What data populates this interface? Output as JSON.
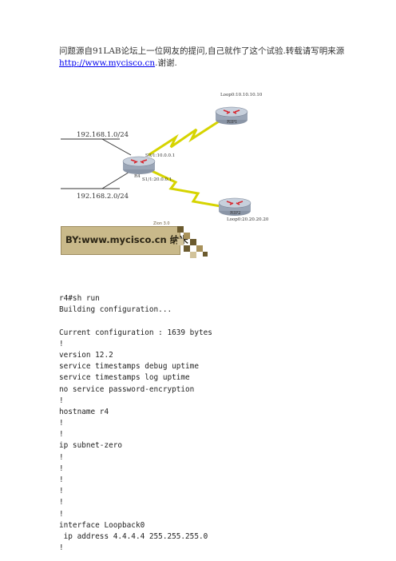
{
  "intro": {
    "text_before_link": "问题源自91LAB论坛上一位网友的提问,自己就作了这个试验.转载请写明来源",
    "link": "http://www.mycisco.cn",
    "text_after_link": ".谢谢."
  },
  "diagram": {
    "r4_label": "R4",
    "rip1_label": "RIP1",
    "rip2_label": "RIP2",
    "rip1_loopback": "Loop0:10.10.10.10",
    "rip2_loopback": "Loop0:20.20.20.20",
    "s01_label": "S0/1:10.0.0.1",
    "s11_label": "S1/1:20.0.0.1",
    "net_top": "192.168.1.0/24",
    "net_bottom": "192.168.2.0/24"
  },
  "banner": {
    "text": "BY:www.mycisco.cn 纳米",
    "small_text": "Zion 3.0"
  },
  "config_lines": [
    "r4#sh run",
    "Building configuration...",
    "",
    "Current configuration : 1639 bytes",
    "!",
    "version 12.2",
    "service timestamps debug uptime",
    "service timestamps log uptime",
    "no service password-encryption",
    "!",
    "hostname r4",
    "!",
    "!",
    "ip subnet-zero",
    "!",
    "!",
    "!",
    "!",
    "!",
    "!",
    "interface Loopback0",
    " ip address 4.4.4.4 255.255.255.0",
    "!"
  ]
}
